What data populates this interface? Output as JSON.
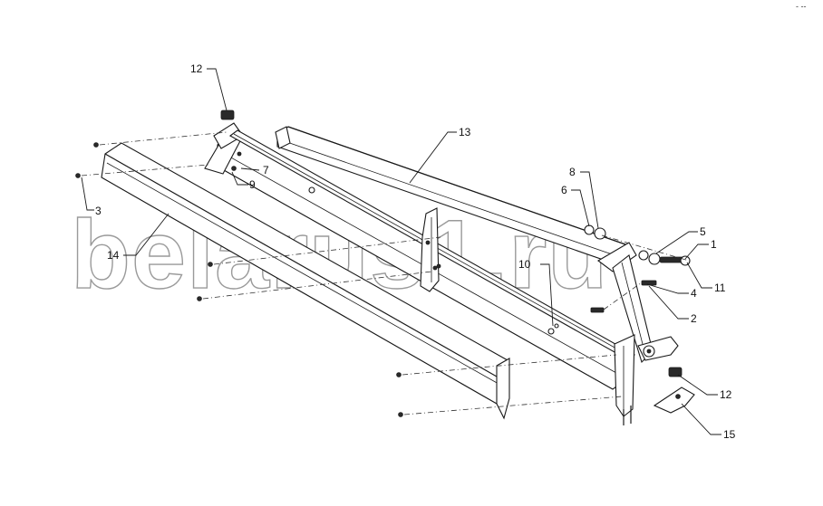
{
  "watermark": "belarus1.ru",
  "corner_mark": "- --",
  "callouts": {
    "c1": "1",
    "c2": "2",
    "c3": "3",
    "c4": "4",
    "c5": "5",
    "c6": "6",
    "c7": "7",
    "c8": "8",
    "c9": "9",
    "c10": "10",
    "c11": "11",
    "c12a": "12",
    "c12b": "12",
    "c13": "13",
    "c14": "14",
    "c15": "15"
  }
}
